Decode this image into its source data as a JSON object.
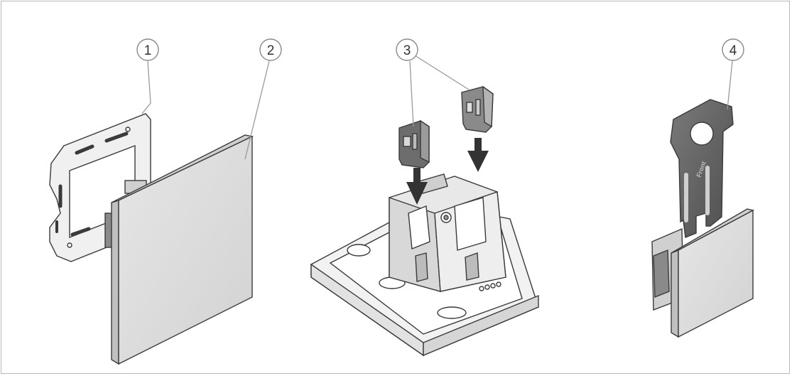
{
  "callouts": [
    {
      "id": "1",
      "label": "1"
    },
    {
      "id": "2",
      "label": "2"
    },
    {
      "id": "3",
      "label": "3"
    },
    {
      "id": "4",
      "label": "4"
    }
  ],
  "tool_text": "Front",
  "colors": {
    "line": "#3a3a3a",
    "panel_face": "#dcdcdc",
    "panel_edge": "#c8c8c8",
    "frame_metal": "#e8e8e8",
    "tool_dark": "#5f5f5f",
    "callout_line": "#9a9a9a"
  }
}
